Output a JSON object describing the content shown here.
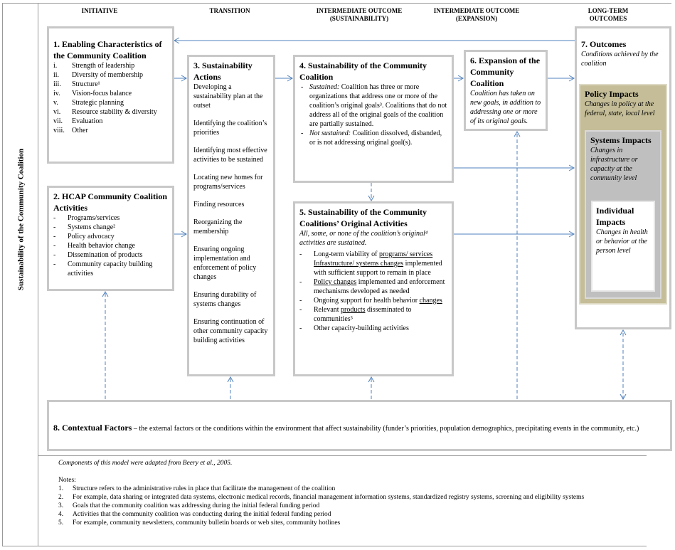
{
  "side_label": "Sustainability of the Community Coalition",
  "columns": [
    {
      "line1": "INITIATIVE",
      "line2": ""
    },
    {
      "line1": "TRANSITION",
      "line2": ""
    },
    {
      "line1": "INTERMEDIATE OUTCOME",
      "line2": "(SUSTAINABILITY)"
    },
    {
      "line1": "INTERMEDIATE OUTCOME",
      "line2": "(EXPANSION)"
    },
    {
      "line1": "LONG-TERM",
      "line2": "OUTCOMES"
    }
  ],
  "box1": {
    "title": "1.   Enabling Characteristics of the Community Coalition",
    "items": [
      {
        "mark": "i.",
        "text": "Strength of leadership"
      },
      {
        "mark": "ii.",
        "text": "Diversity of membership"
      },
      {
        "mark": "iii.",
        "text": "Structure¹"
      },
      {
        "mark": "iv.",
        "text": "Vision-focus balance"
      },
      {
        "mark": "v.",
        "text": "Strategic planning"
      },
      {
        "mark": "vi.",
        "text": "Resource stability & diversity"
      },
      {
        "mark": "vii.",
        "text": "Evaluation"
      },
      {
        "mark": "viii.",
        "text": "Other"
      }
    ]
  },
  "box2": {
    "title": "2. HCAP Community Coalition Activities",
    "items": [
      "Programs/services",
      "Systems change²",
      "Policy advocacy",
      "Health behavior change",
      "Dissemination of products",
      "Community capacity building activities"
    ]
  },
  "box3": {
    "title": "3. Sustainability Actions",
    "items": [
      "Developing a sustainability plan at the outset",
      "Identifying the coalition’s priorities",
      "Identifying most effective activities to be sustained",
      "Locating new homes for programs/services",
      "Finding resources",
      "Reorganizing the membership",
      "Ensuring ongoing implementation and enforcement of policy changes",
      "Ensuring durability of systems changes",
      "Ensuring continuation of other community capacity building activities"
    ]
  },
  "box4": {
    "title": "4. Sustainability of the Community Coalition",
    "sustained_label": "Sustained:",
    "sustained_text": "Coalition has three or more organizations that address one or more of the coalition’s original goals³. Coalitions that do not address all of the original goals of the coalition are partially sustained.",
    "not_sustained_label": "Not sustained:",
    "not_sustained_text": "Coalition dissolved, disbanded, or is not addressing original goal(s)."
  },
  "box5": {
    "title": "5. Sustainability of the Community Coalitions’ Original Activities",
    "subtitle": "All, some, or none of the coalition’s original⁴ activities are sustained.",
    "item1_u": "programs/ services Infrastructure/ systems changes",
    "item1_pre": "Long-term viability of ",
    "item1_post": " implemented with sufficient support to remain in place",
    "item2_u": "Policy changes",
    "item2_post": " implemented and enforcement mechanisms developed as needed",
    "item3_pre": "Ongoing support for health behavior ",
    "item3_u": "changes",
    "item4_pre": "Relevant ",
    "item4_u": "products",
    "item4_post": " disseminated to communities⁵",
    "item5": "Other capacity-building activities"
  },
  "box6": {
    "title": "6. Expansion of the Community Coalition",
    "desc": "Coalition has taken on new goals, in addition to addressing one or more of its original goals."
  },
  "box7": {
    "title": "7. Outcomes",
    "desc": "Conditions achieved by the coalition",
    "policy_title": "Policy Impacts",
    "policy_desc": "Changes in policy at the federal, state, local level",
    "systems_title": "Systems Impacts",
    "systems_desc": "Changes in infrastructure or capacity at the community level",
    "individual_title": "Individual Impacts",
    "individual_desc": "Changes in health or behavior at the person level",
    "colors": {
      "policy": "#c4bd97",
      "systems": "#bfbfbf",
      "individual": "#ffffff"
    }
  },
  "box8": {
    "title": "8. Contextual Factors",
    "text": " – the external factors or the conditions within the environment that affect sustainability (funder’s priorities, population demographics, precipitating events in the community, etc.)"
  },
  "footer": {
    "source": "Components of this model were adapted from Beery et al., 2005.",
    "notes_label": "Notes:",
    "notes": [
      "Structure refers to the administrative rules in place that facilitate the management of the coalition",
      "For example, data sharing or integrated data systems, electronic medical records, financial management information systems, standardized registry systems, screening and eligibility  systems",
      "Goals that the community coalition was addressing during the initial federal funding period",
      "Activities that the community coalition was conducting during the initial federal funding period",
      "For example, community newsletters, community bulletin boards or web sites, community hotlines"
    ]
  },
  "arrow_color": "#4f81bd"
}
